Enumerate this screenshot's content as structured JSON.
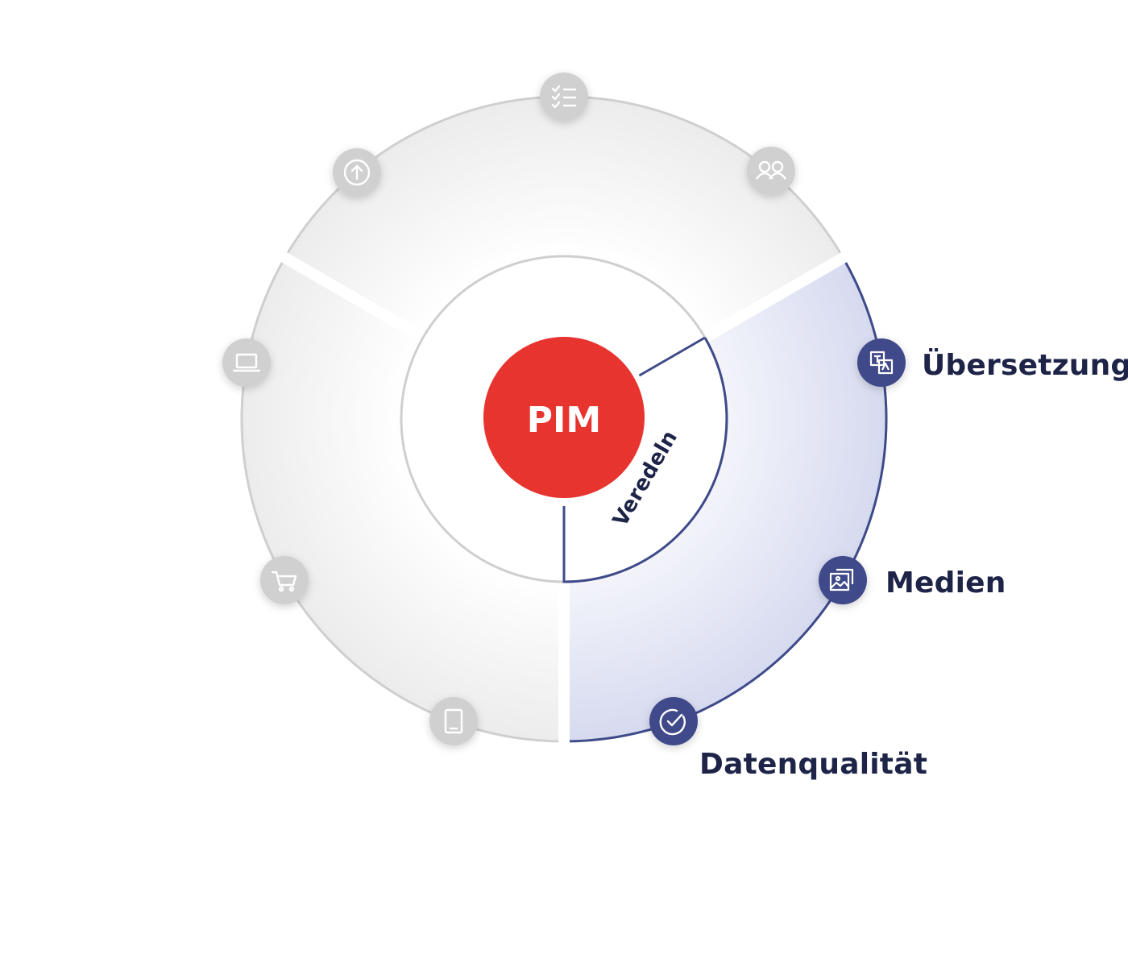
{
  "center": {
    "label": "PIM",
    "color": "#e8342f"
  },
  "active_segment": {
    "label": "Veredeln",
    "accent": "#3f4a8a",
    "text_color": "#1e2448",
    "items": [
      {
        "label": "Übersetzung",
        "icon": "translate-icon"
      },
      {
        "label": "Medien",
        "icon": "images-icon"
      },
      {
        "label": "Datenqualität",
        "icon": "check-circle-icon"
      }
    ]
  },
  "inactive_nodes": [
    {
      "icon": "checklist-icon"
    },
    {
      "icon": "users-icon"
    },
    {
      "icon": "upload-icon"
    },
    {
      "icon": "laptop-icon"
    },
    {
      "icon": "cart-icon"
    },
    {
      "icon": "tablet-icon"
    }
  ],
  "colors": {
    "inactive_node": "#d0d0d0",
    "ring_stroke": "#cfcfcf",
    "active_fill": "#dde0f0"
  }
}
